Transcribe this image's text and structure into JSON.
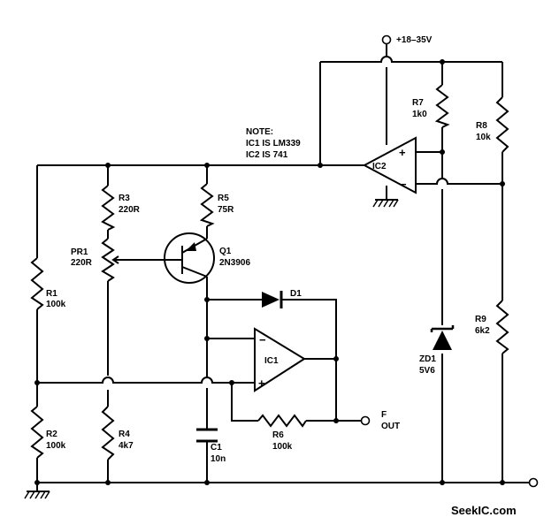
{
  "supply_label": "+18–35V",
  "note": {
    "title": "NOTE:",
    "line1": "IC1 IS LM339",
    "line2": "IC2 IS 741"
  },
  "components": {
    "R1": {
      "name": "R1",
      "value": "100k"
    },
    "R2": {
      "name": "R2",
      "value": "100k"
    },
    "R3": {
      "name": "R3",
      "value": "220R"
    },
    "PR1": {
      "name": "PR1",
      "value": "220R"
    },
    "R4": {
      "name": "R4",
      "value": "4k7"
    },
    "R5": {
      "name": "R5",
      "value": "75R"
    },
    "Q1": {
      "name": "Q1",
      "value": "2N3906"
    },
    "D1": {
      "name": "D1"
    },
    "IC1": {
      "name": "IC1"
    },
    "IC2": {
      "name": "IC2"
    },
    "C1": {
      "name": "C1",
      "value": "10n"
    },
    "R6": {
      "name": "R6",
      "value": "100k"
    },
    "R7": {
      "name": "R7",
      "value": "1k0"
    },
    "R8": {
      "name": "R8",
      "value": "10k"
    },
    "R9": {
      "name": "R9",
      "value": "6k2"
    },
    "ZD1": {
      "name": "ZD1",
      "value": "5V6"
    }
  },
  "output": {
    "line1": "F",
    "line2": "OUT"
  },
  "opamp_pins": {
    "plus": "+",
    "minus": "−"
  },
  "watermark": "SeekIC.com"
}
